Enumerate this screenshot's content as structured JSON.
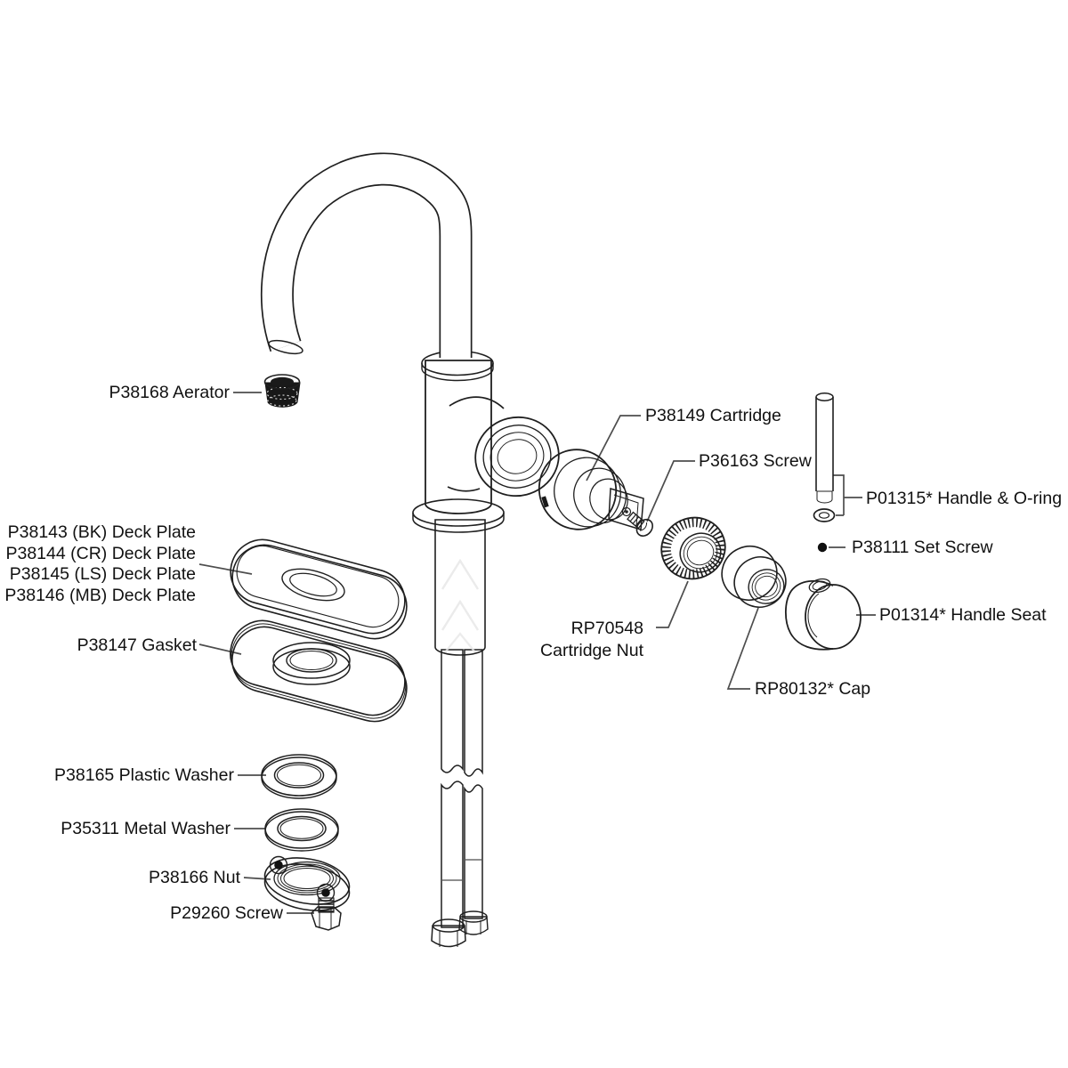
{
  "diagram": {
    "type": "exploded-parts-diagram",
    "subject": "single-handle bar faucet",
    "background_color": "#ffffff",
    "line_color": "#1f1f1f",
    "leader_color": "#4d4d4d",
    "label_color": "#111111",
    "labels": {
      "aerator": "P38168 Aerator",
      "deck_plate_bk": "P38143 (BK) Deck Plate",
      "deck_plate_cr": "P38144 (CR) Deck Plate",
      "deck_plate_ls": "P38145 (LS) Deck Plate",
      "deck_plate_mb": "P38146 (MB) Deck Plate",
      "gasket": "P38147 Gasket",
      "plastic_washer": "P38165 Plastic Washer",
      "metal_washer": "P35311 Metal Washer",
      "nut": "P38166 Nut",
      "screw_bottom": "P29260 Screw",
      "cartridge": "P38149 Cartridge",
      "screw_cartridge": "P36163 Screw",
      "handle_oring": "P01315* Handle & O-ring",
      "set_screw": "P38111 Set Screw",
      "handle_seat": "P01314* Handle Seat",
      "cartridge_nut_line1": "RP70548",
      "cartridge_nut_line2": "Cartridge Nut",
      "cap": "RP80132* Cap"
    }
  }
}
